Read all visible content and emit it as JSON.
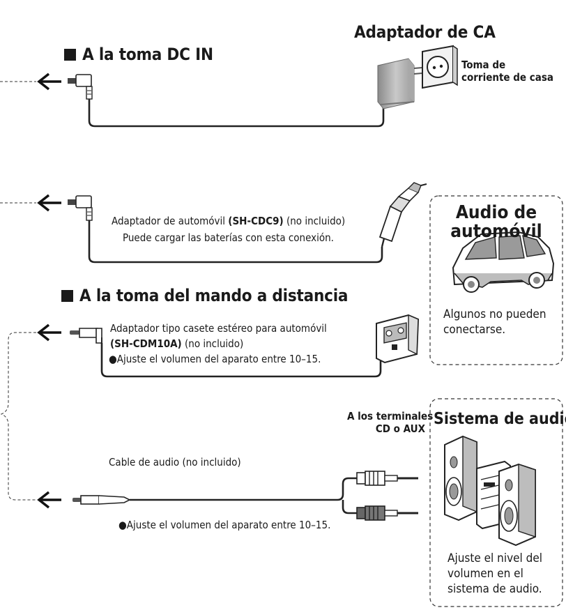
{
  "sections": {
    "dc_in": {
      "heading": "A la toma DC IN"
    },
    "remote": {
      "heading": "A la toma del mando a distancia"
    }
  },
  "ac_adapter": {
    "title": "Adaptador de CA",
    "outlet_label_1": "Toma de",
    "outlet_label_2": "corriente de casa"
  },
  "car_adapter": {
    "name": "Adaptador de automóvil",
    "model": "(SH-CDC9)",
    "note": "(no incluido)",
    "line2": "Puede cargar las baterías con esta conexión."
  },
  "cassette_adapter": {
    "line1": "Adaptador tipo casete estéreo para automóvil",
    "model": "(SH-CDM10A)",
    "note": "(no incluido)",
    "bullet": "Ajuste el volumen del aparato entre 10–15."
  },
  "audio_cable": {
    "label": "Cable de audio (no incluido)",
    "bullet": "Ajuste el volumen del aparato entre 10–15.",
    "terminals_1": "A los terminales",
    "terminals_2": "CD o AUX"
  },
  "car_audio_box": {
    "title_1": "Audio de",
    "title_2": "automóvil",
    "note": "Algunos no pueden conectarse."
  },
  "system_box": {
    "title": "Sistema de audio",
    "note": "Ajuste el nivel del volumen en el sistema de audio."
  },
  "bullet_glyph": "●"
}
